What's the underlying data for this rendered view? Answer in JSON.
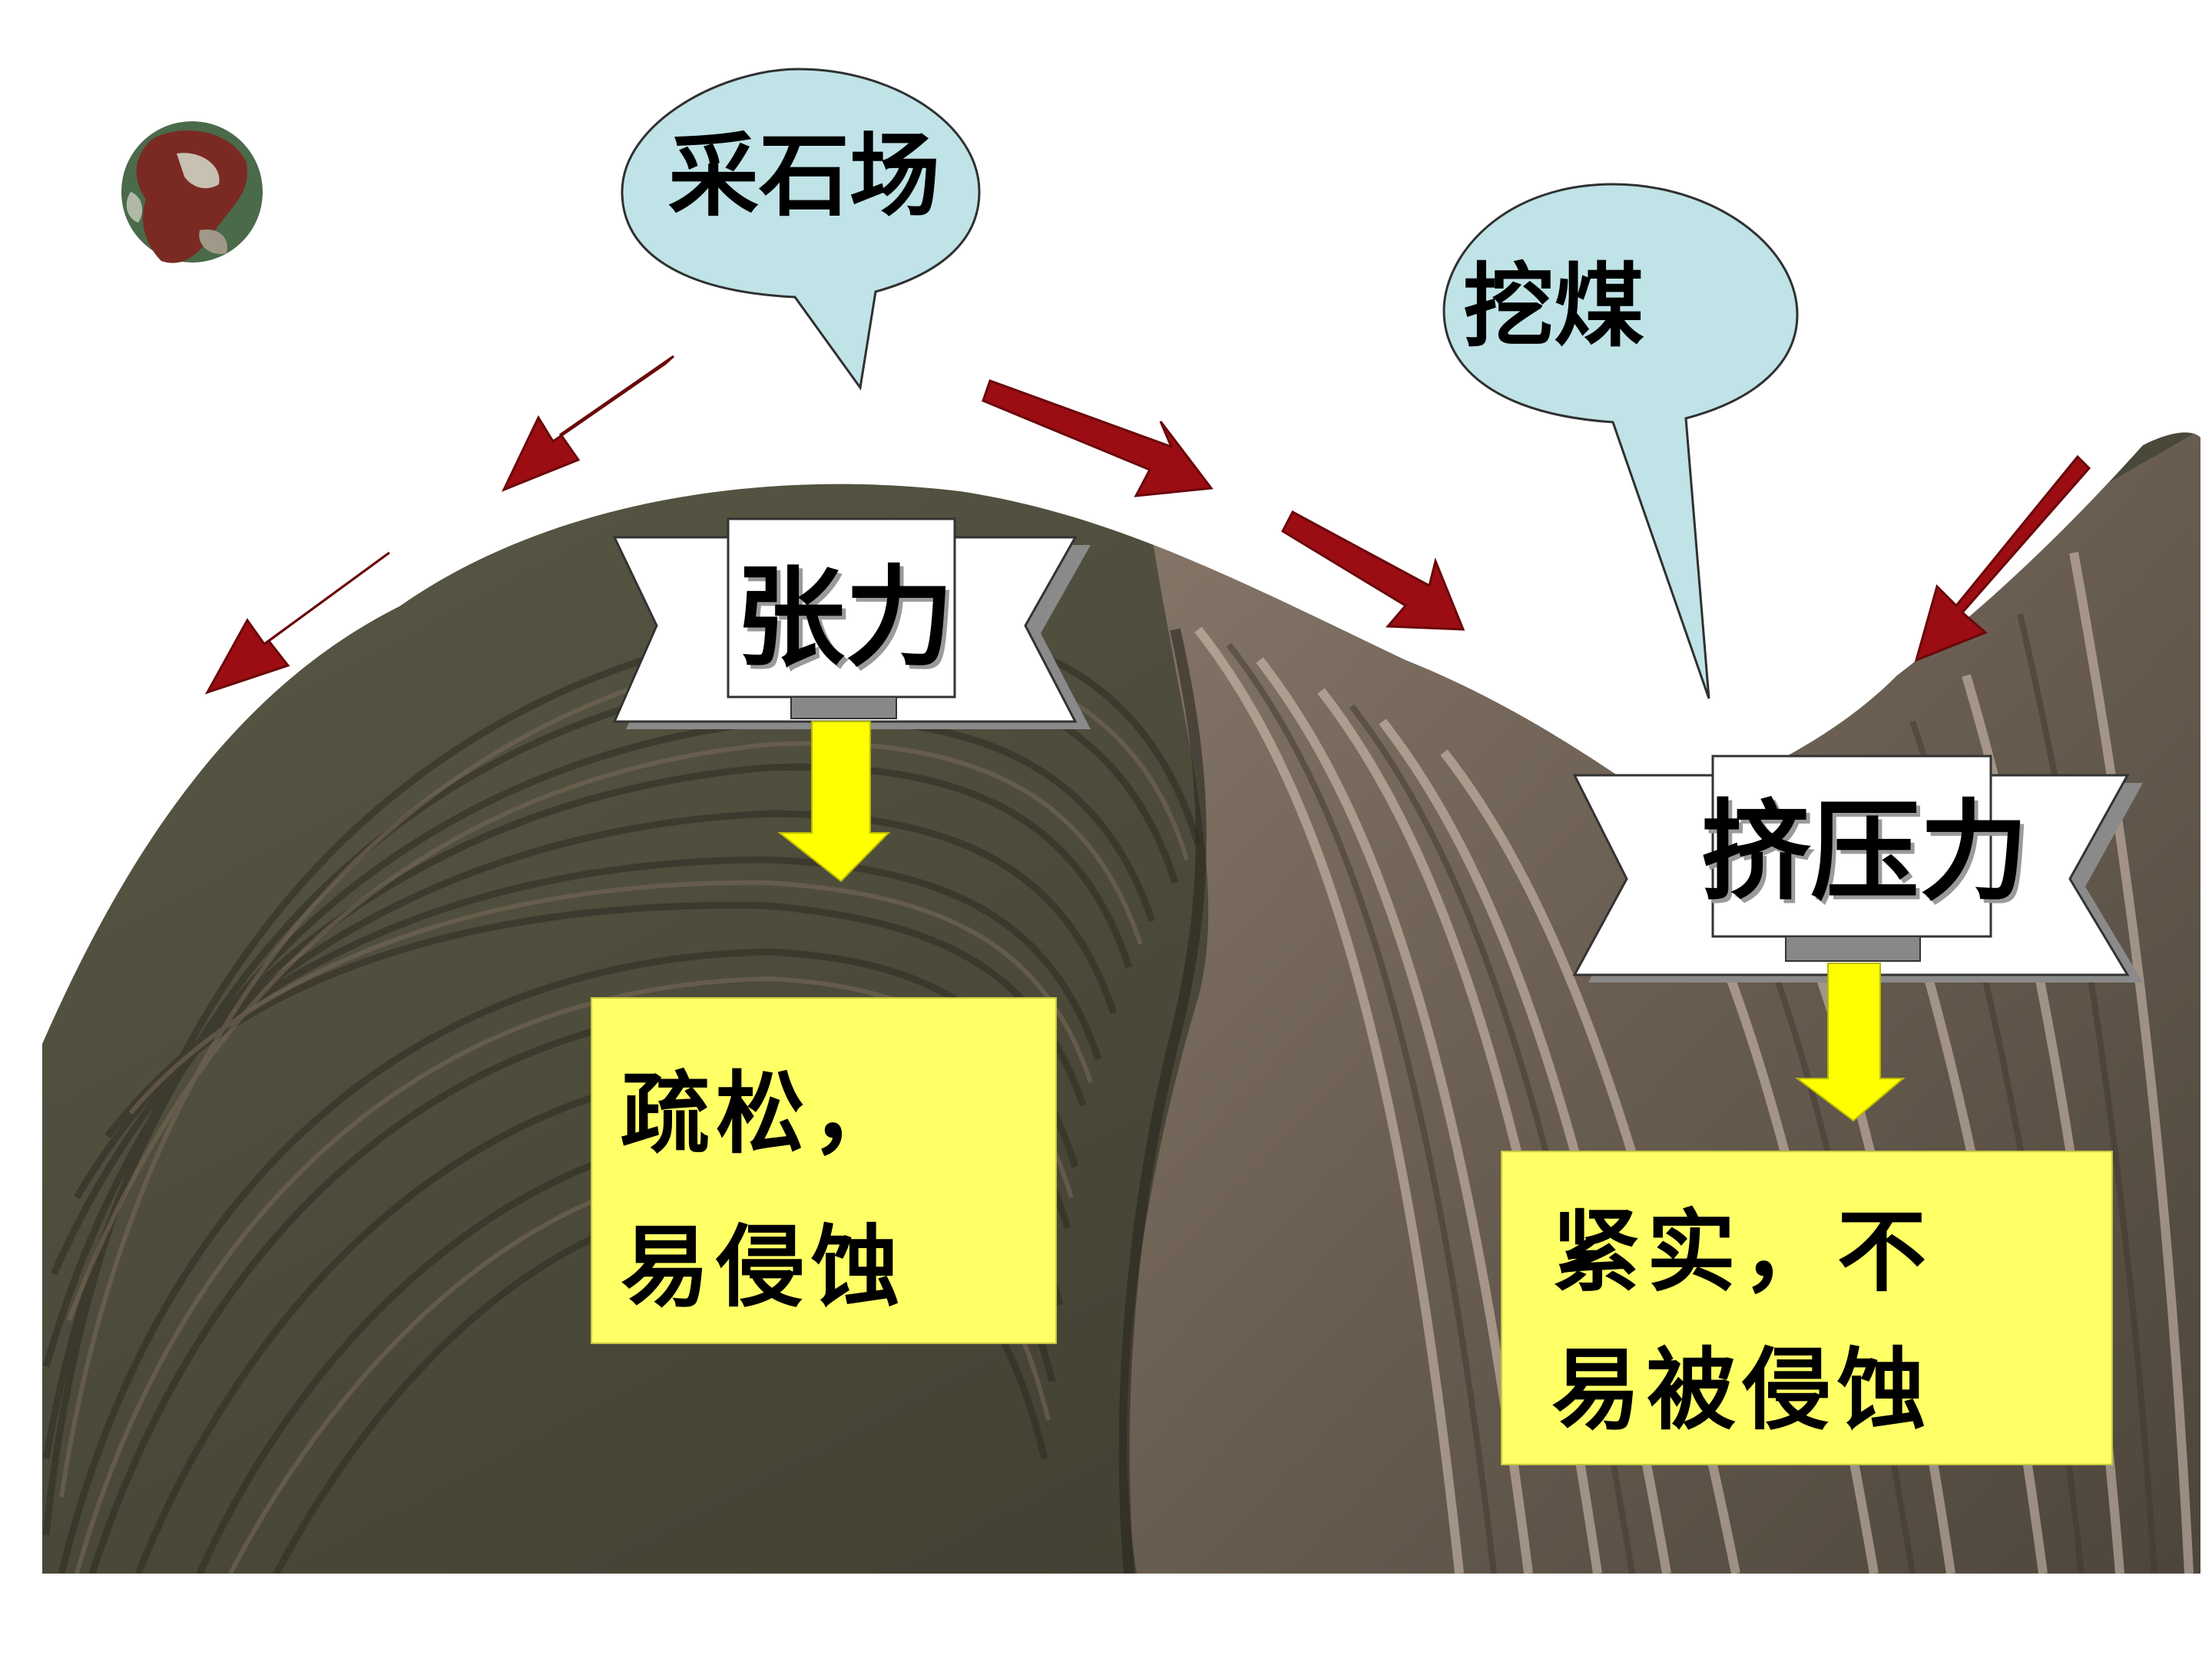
{
  "callouts": {
    "quarry": "采石场",
    "coal": "挖煤"
  },
  "banners": {
    "tension": "张力",
    "compression": "挤压力"
  },
  "results": {
    "loose_line1": "疏松，",
    "loose_line2": "易侵蚀",
    "compact_line1": "紧实，不",
    "compact_line2": "易被侵蚀"
  },
  "colors": {
    "callout_fill": "#bfe3e6",
    "arrow_red": "#9b0d12",
    "arrow_yellow": "#ffff00",
    "box_fill": "#ffff66",
    "rock_dark": "#4d4a3c",
    "rock_light": "#a89587"
  },
  "icons": {
    "logo": "globe-icon"
  }
}
